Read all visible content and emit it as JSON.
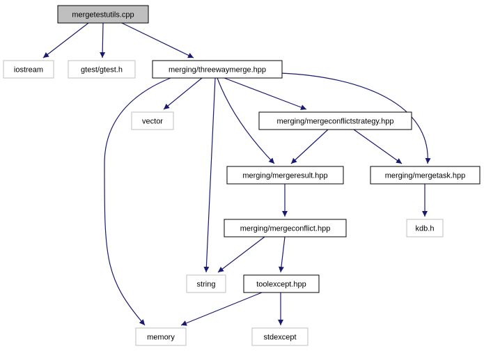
{
  "diagram": {
    "type": "include-dependency-graph",
    "colors": {
      "root_fill": "#bfbfbf",
      "node_border": "#000000",
      "system_border": "#bfbfbf",
      "edge": "#191970",
      "text": "#000000"
    },
    "nodes": [
      {
        "id": "mergetestutils",
        "label": "mergetestutils.cpp",
        "style": "root"
      },
      {
        "id": "iostream",
        "label": "iostream",
        "style": "system"
      },
      {
        "id": "gtest",
        "label": "gtest/gtest.h",
        "style": "system"
      },
      {
        "id": "threewaymerge",
        "label": "merging/threewaymerge.hpp",
        "style": "project"
      },
      {
        "id": "vector",
        "label": "vector",
        "style": "system"
      },
      {
        "id": "mergeconflictstrategy",
        "label": "merging/mergeconflictstrategy.hpp",
        "style": "project"
      },
      {
        "id": "mergeresult",
        "label": "merging/mergeresult.hpp",
        "style": "project"
      },
      {
        "id": "mergetask",
        "label": "merging/mergetask.hpp",
        "style": "project"
      },
      {
        "id": "mergeconflict",
        "label": "merging/mergeconflict.hpp",
        "style": "project"
      },
      {
        "id": "kdb",
        "label": "kdb.h",
        "style": "system"
      },
      {
        "id": "string",
        "label": "string",
        "style": "system"
      },
      {
        "id": "toolexcept",
        "label": "toolexcept.hpp",
        "style": "project"
      },
      {
        "id": "memory",
        "label": "memory",
        "style": "system"
      },
      {
        "id": "stdexcept",
        "label": "stdexcept",
        "style": "system"
      }
    ],
    "edges": [
      {
        "from": "mergetestutils",
        "to": "iostream"
      },
      {
        "from": "mergetestutils",
        "to": "gtest"
      },
      {
        "from": "mergetestutils",
        "to": "threewaymerge"
      },
      {
        "from": "threewaymerge",
        "to": "memory"
      },
      {
        "from": "threewaymerge",
        "to": "vector"
      },
      {
        "from": "threewaymerge",
        "to": "string"
      },
      {
        "from": "threewaymerge",
        "to": "mergeresult"
      },
      {
        "from": "threewaymerge",
        "to": "mergeconflictstrategy"
      },
      {
        "from": "threewaymerge",
        "to": "mergetask"
      },
      {
        "from": "mergeconflictstrategy",
        "to": "mergeresult"
      },
      {
        "from": "mergeconflictstrategy",
        "to": "mergetask"
      },
      {
        "from": "mergeresult",
        "to": "mergeconflict"
      },
      {
        "from": "mergetask",
        "to": "kdb"
      },
      {
        "from": "mergeconflict",
        "to": "string"
      },
      {
        "from": "mergeconflict",
        "to": "toolexcept"
      },
      {
        "from": "toolexcept",
        "to": "memory"
      },
      {
        "from": "toolexcept",
        "to": "stdexcept"
      }
    ]
  }
}
